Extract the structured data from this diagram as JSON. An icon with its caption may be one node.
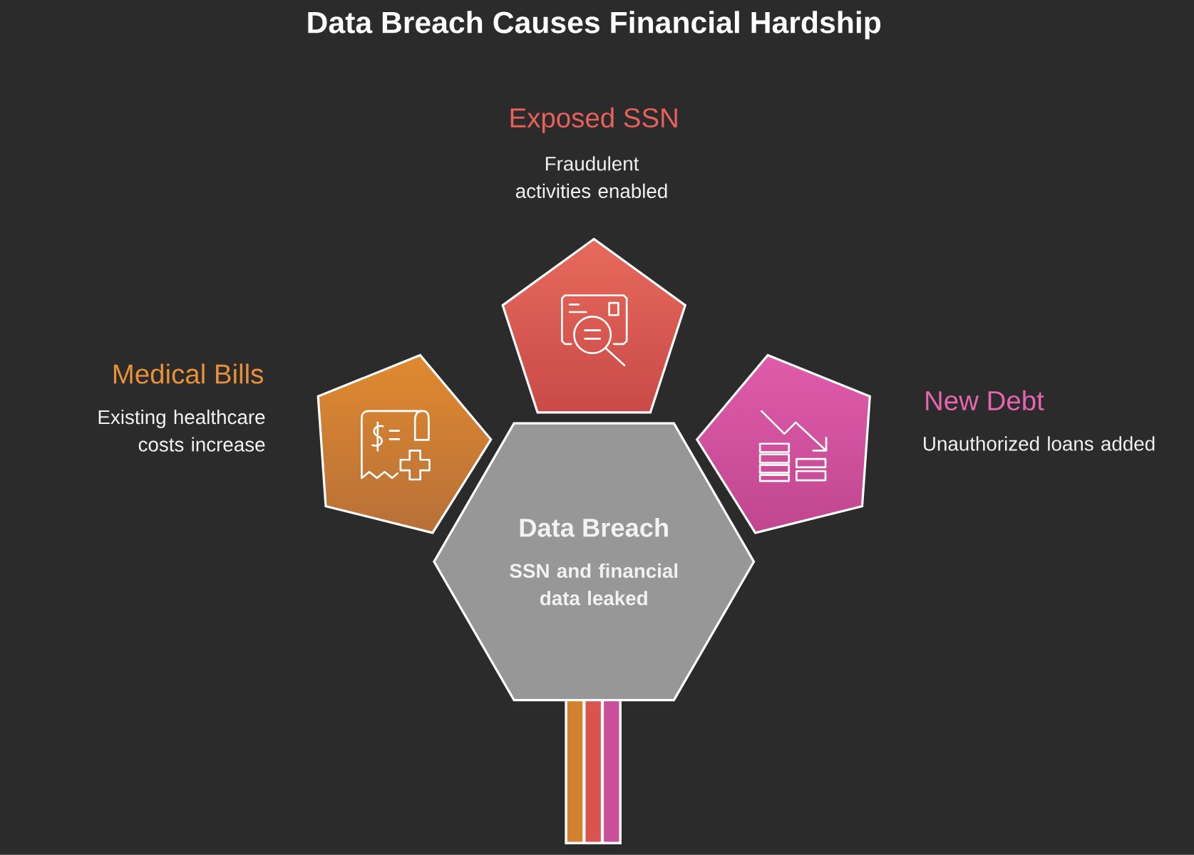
{
  "diagram": {
    "title": "Data Breach Causes Financial Hardship",
    "nodes": [
      {
        "text": [
          "Exposed SSN",
          "Fraudulent activities enabled"
        ]
      },
      {
        "text": [
          "Medical Bills",
          "Existing healthcare costs increase"
        ]
      },
      {
        "text": [
          "New Debt",
          "Unauthorized loans added"
        ]
      },
      {
        "text": [
          "Data Breach",
          "SSN and financial data leaked"
        ]
      }
    ]
  }
}
